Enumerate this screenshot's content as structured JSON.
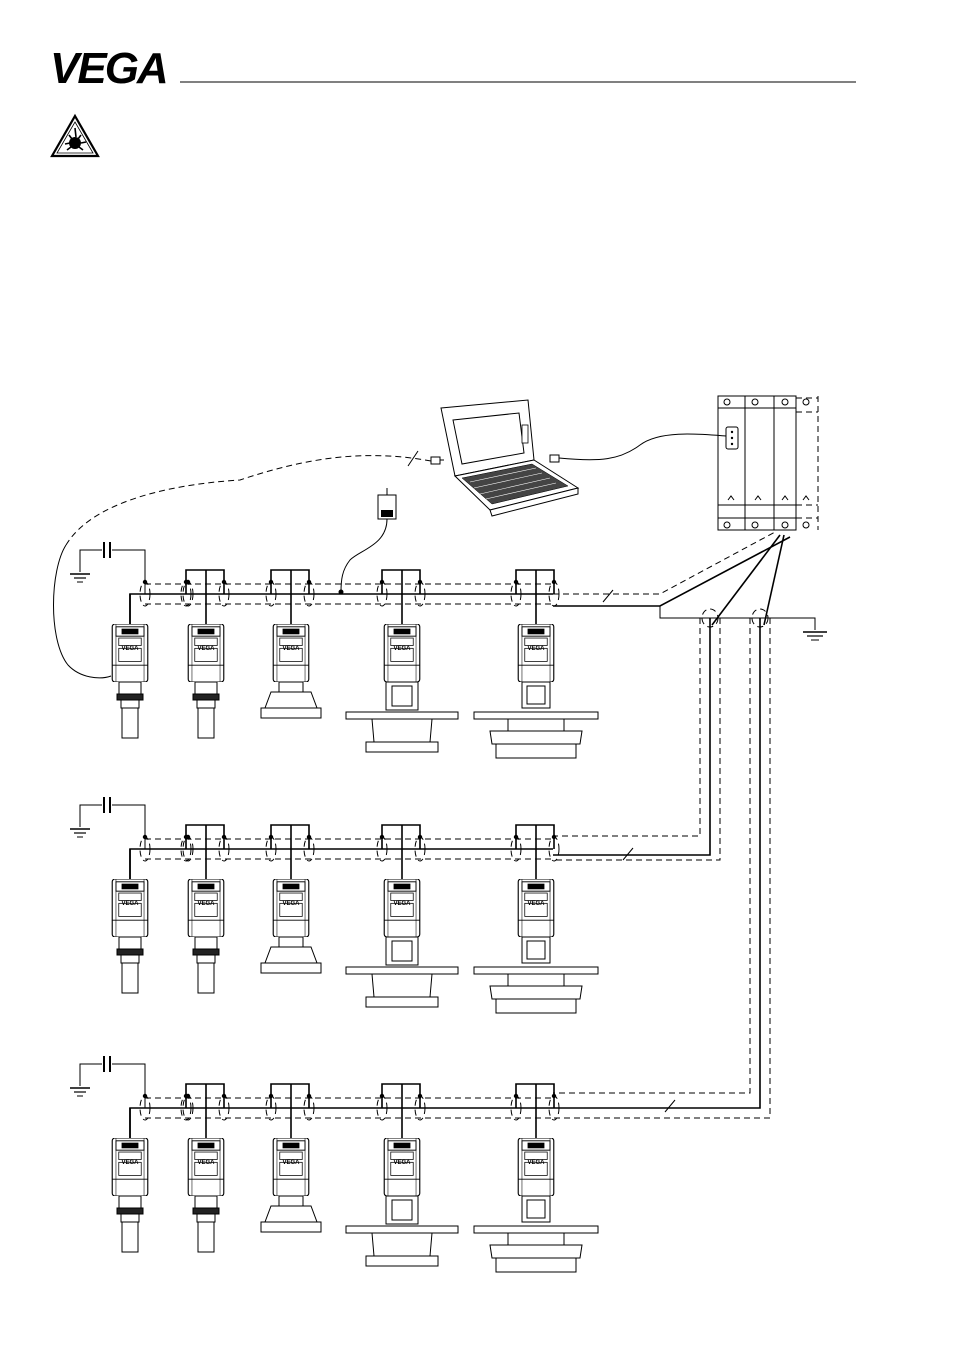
{
  "header": {
    "brand": "VEGA"
  },
  "device_label": "VEGA",
  "icons": {
    "warning": "explosion-hazard-icon"
  },
  "diagram": {
    "segments": 3,
    "sensors_per_segment": 5
  }
}
